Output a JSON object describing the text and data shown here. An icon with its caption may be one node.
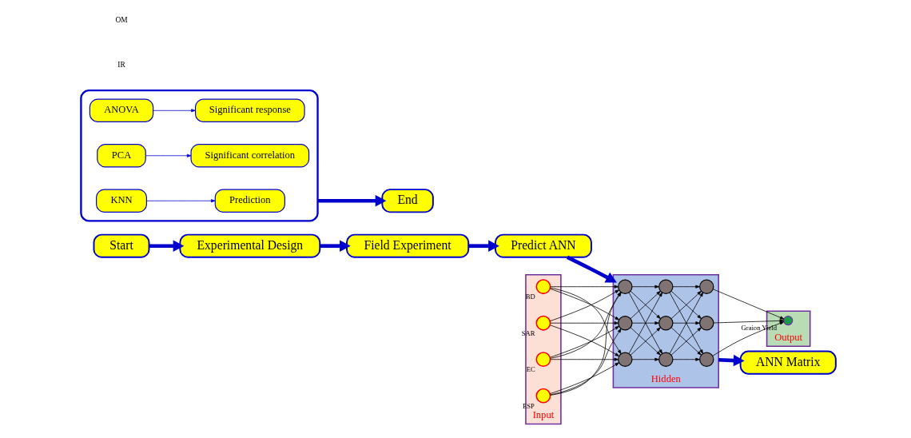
{
  "diagram": {
    "nodes": [
      {
        "text": [
          "Start"
        ]
      },
      {
        "text": [
          "Experimental Design"
        ]
      },
      {
        "text": [
          "Field Experiment"
        ]
      },
      {
        "text": [
          "Predict ANN"
        ]
      },
      {
        "text": [
          "Input"
        ]
      },
      {
        "text": [],
        "shape": "circle",
        "in": 4,
        "beside": [
          "EC"
        ]
      },
      {
        "text": [],
        "shape": "circle",
        "in": 4,
        "beside": [
          "ESP"
        ]
      },
      {
        "text": [],
        "shape": "circle",
        "in": 4,
        "beside": [
          "BD"
        ]
      },
      {
        "text": [],
        "shape": "circle",
        "in": 4,
        "beside": [
          "SAR"
        ]
      },
      {
        "text": [
          "Hidden"
        ]
      },
      {
        "text": [],
        "shape": "circle",
        "in": 9
      },
      {
        "text": [],
        "shape": "circle",
        "in": 9
      },
      {
        "text": [],
        "shape": "circle",
        "in": 9
      },
      {
        "text": [],
        "shape": "circle",
        "in": 9
      },
      {
        "text": [],
        "shape": "circle",
        "in": 9
      },
      {
        "text": [],
        "shape": "circle",
        "in": 9
      },
      {
        "text": [],
        "shape": "circle",
        "in": 9
      },
      {
        "text": [],
        "shape": "circle",
        "in": 9
      },
      {
        "text": [],
        "shape": "circle",
        "in": 9
      },
      {
        "text": [
          "Output"
        ]
      },
      {
        "text": [],
        "shape": "circle",
        "in": 19,
        "beside": [
          "Graion Yield"
        ]
      },
      {
        "text": [
          "ANN Matrix"
        ]
      },
      {
        "text": [],
        "shape": "box"
      },
      {
        "text": [
          "ANOVA"
        ],
        "in": 22
      },
      {
        "text": [
          "Significant response"
        ],
        "in": 22
      },
      {
        "text": [
          "PCA"
        ],
        "in": 22
      },
      {
        "text": [
          "Significant correlation"
        ],
        "in": 22
      },
      {
        "text": [
          "KNN"
        ],
        "in": 22
      },
      {
        "text": [
          "Prediction"
        ],
        "in": 22
      },
      {
        "text": [
          "End"
        ]
      }
    ],
    "edges": [
      {
        "from": 0,
        "to": 1,
        "arrow": "to",
        "style": "thick",
        "color": "#0000cc"
      },
      {
        "from": 1,
        "to": 2,
        "arrow": "to",
        "style": "thick",
        "color": "#0000cc"
      },
      {
        "from": 2,
        "to": 3,
        "arrow": "to",
        "style": "thick",
        "color": "#0000cc"
      },
      {
        "from": 3,
        "to": 9,
        "arrow": "to",
        "style": "thick",
        "color": "#0000cc"
      },
      {
        "from": 5,
        "to": 10,
        "arrow": "to"
      },
      {
        "from": 5,
        "to": 11,
        "arrow": "to"
      },
      {
        "from": 5,
        "to": 12,
        "arrow": "to"
      },
      {
        "from": 6,
        "to": 10,
        "arrow": "to"
      },
      {
        "from": 6,
        "to": 11,
        "arrow": "to"
      },
      {
        "from": 6,
        "to": 12,
        "arrow": "to"
      },
      {
        "from": 7,
        "to": 10,
        "arrow": "to"
      },
      {
        "from": 7,
        "to": 11,
        "arrow": "to"
      },
      {
        "from": 7,
        "to": 12,
        "arrow": "to"
      },
      {
        "from": 8,
        "to": 10,
        "arrow": "to"
      },
      {
        "from": 8,
        "to": 11,
        "arrow": "to"
      },
      {
        "from": 8,
        "to": 12,
        "arrow": "to"
      },
      {
        "from": 10,
        "to": 13,
        "arrow": "to"
      },
      {
        "from": 10,
        "to": 14,
        "arrow": "to"
      },
      {
        "from": 10,
        "to": 15,
        "arrow": "to"
      },
      {
        "from": 11,
        "to": 13,
        "arrow": "to"
      },
      {
        "from": 11,
        "to": 14,
        "arrow": "to"
      },
      {
        "from": 11,
        "to": 15,
        "arrow": "to"
      },
      {
        "from": 12,
        "to": 13,
        "arrow": "to"
      },
      {
        "from": 12,
        "to": 14,
        "arrow": "to"
      },
      {
        "from": 12,
        "to": 15,
        "arrow": "to"
      },
      {
        "from": 13,
        "to": 16,
        "arrow": "to"
      },
      {
        "from": 13,
        "to": 17,
        "arrow": "to"
      },
      {
        "from": 13,
        "to": 18,
        "arrow": "to"
      },
      {
        "from": 14,
        "to": 16,
        "arrow": "to"
      },
      {
        "from": 14,
        "to": 17,
        "arrow": "to"
      },
      {
        "from": 14,
        "to": 18,
        "arrow": "to"
      },
      {
        "from": 15,
        "to": 16,
        "arrow": "to"
      },
      {
        "from": 15,
        "to": 17,
        "arrow": "to"
      },
      {
        "from": 15,
        "to": 18,
        "arrow": "to"
      },
      {
        "from": 16,
        "to": 20,
        "arrow": "to"
      },
      {
        "from": 17,
        "to": 20,
        "arrow": "to"
      },
      {
        "from": 18,
        "to": 20,
        "arrow": "to"
      },
      {
        "from": 9,
        "to": 21,
        "arrow": "to",
        "style": "thick",
        "color": "#0000cc"
      },
      {
        "from": 23,
        "to": 24,
        "arrow": "to",
        "color": "#0000cc"
      },
      {
        "from": 25,
        "to": 26,
        "arrow": "to",
        "color": "#0000cc"
      },
      {
        "from": 27,
        "to": 28,
        "arrow": "to",
        "color": "#0000cc"
      },
      {
        "from": 22,
        "to": 29,
        "arrow": "to",
        "style": "thick",
        "color": "#0000cc"
      }
    ],
    "labels": [
      "IR",
      "OM"
    ]
  }
}
